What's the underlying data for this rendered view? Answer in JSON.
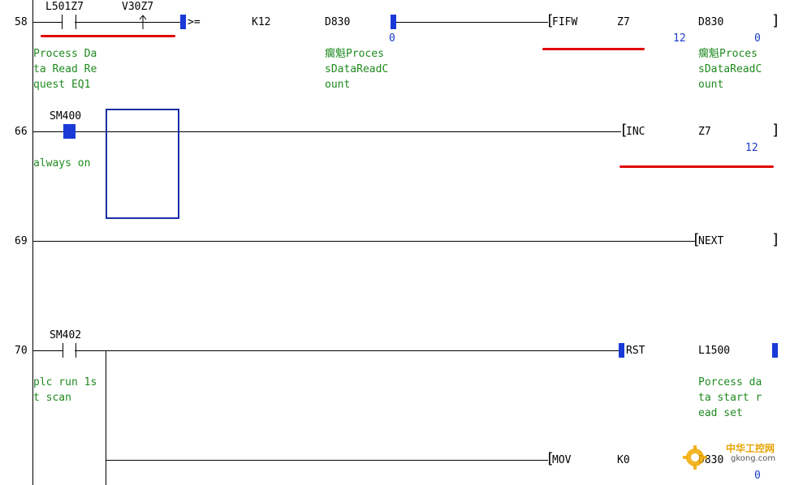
{
  "rungs": [
    {
      "step": "58",
      "contacts": [
        "L501Z7",
        "V30Z7"
      ],
      "compare": {
        "op": ">=",
        "s1": "K12",
        "s2": "D830",
        "s2_value": "0"
      },
      "instruction": {
        "name": "FIFW",
        "op1": "Z7",
        "op1_value": "12",
        "op2": "D830",
        "op2_value": "0"
      },
      "comments": {
        "contact": "Process Data Read Request EQ1",
        "s2": "瘸魁ProcessDataReadCount",
        "op2": "瘸魁ProcessDataReadCount"
      }
    },
    {
      "step": "66",
      "contacts": [
        "SM400"
      ],
      "instruction": {
        "name": "INC",
        "op1": "Z7",
        "op1_value": "12"
      },
      "comments": {
        "contact": "always on"
      }
    },
    {
      "step": "69",
      "instruction": {
        "name": "NEXT"
      }
    },
    {
      "step": "70",
      "contacts": [
        "SM402"
      ],
      "instruction": {
        "name": "RST",
        "op1": "L1500"
      },
      "branch_instruction": {
        "name": "MOV",
        "op1": "K0",
        "op2": "D830",
        "op2_value": "0"
      },
      "comments": {
        "contact": "plc run 1st scan",
        "op1": "Porcess data start read set"
      }
    }
  ],
  "watermark": {
    "title": "中华工控网",
    "url": "gkong.com"
  },
  "colors": {
    "rail": "#000000",
    "comment": "#1f8a1f",
    "value": "#1a3ac8",
    "cursor": "#1a2fa8",
    "annotation": "#e00000"
  }
}
